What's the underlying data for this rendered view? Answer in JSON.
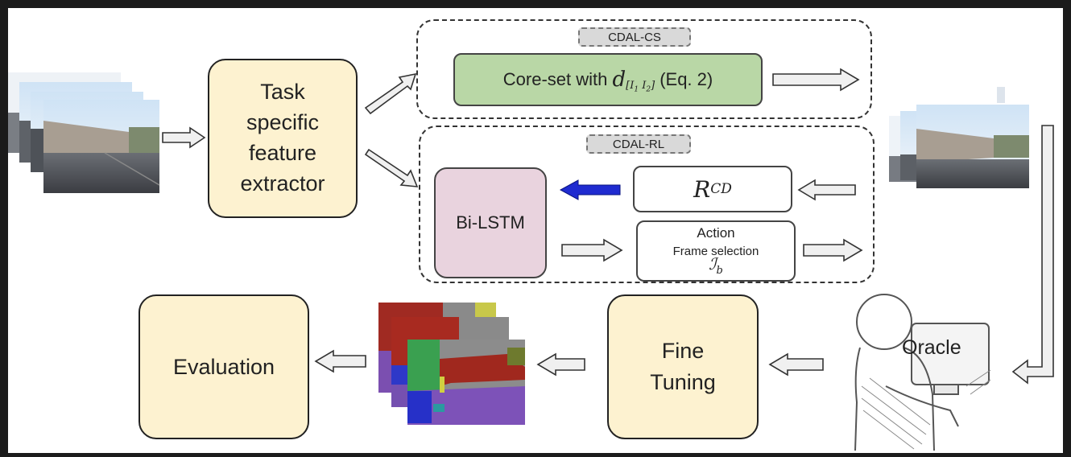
{
  "feature_extractor": {
    "lines": [
      "Task",
      "specific",
      "feature",
      "extractor"
    ]
  },
  "cdal_cs": {
    "tag": "CDAL-CS",
    "coreset_prefix": "Core-set with",
    "coreset_math": "d",
    "coreset_math_sub": "[I",
    "coreset_math_sub1": "1",
    "coreset_math_sub_mid": " I",
    "coreset_math_sub2": "2",
    "coreset_math_sub_end": "]",
    "coreset_suffix": "(Eq. 2)"
  },
  "cdal_rl": {
    "tag": "CDAL-RL",
    "bilstm": "Bi-LSTM",
    "reward_math": "R",
    "reward_sub": "CD",
    "action_title": "Action",
    "action_sub": "Frame selection",
    "action_math": "ℐ",
    "action_math_sub": "b"
  },
  "oracle": {
    "label": "Oracle"
  },
  "fine_tuning": {
    "lines": [
      "Fine",
      "Tuning"
    ]
  },
  "evaluation": {
    "label": "Evaluation"
  },
  "colors": {
    "beige_box": "#fdf2d0",
    "green_box": "#b9d7a6",
    "pink_box": "#e9d3de",
    "blue_arrow": "#1f2bd0",
    "hollow_arrow_fill": "#f0f0f0",
    "tag_fill": "#d9d9d9"
  },
  "icons": {
    "input_frames": "street-video-frames-icon",
    "selected_frames": "selected-frames-icon",
    "segmentation_maps": "segmentation-maps-icon",
    "oracle": "person-at-computer-icon"
  }
}
